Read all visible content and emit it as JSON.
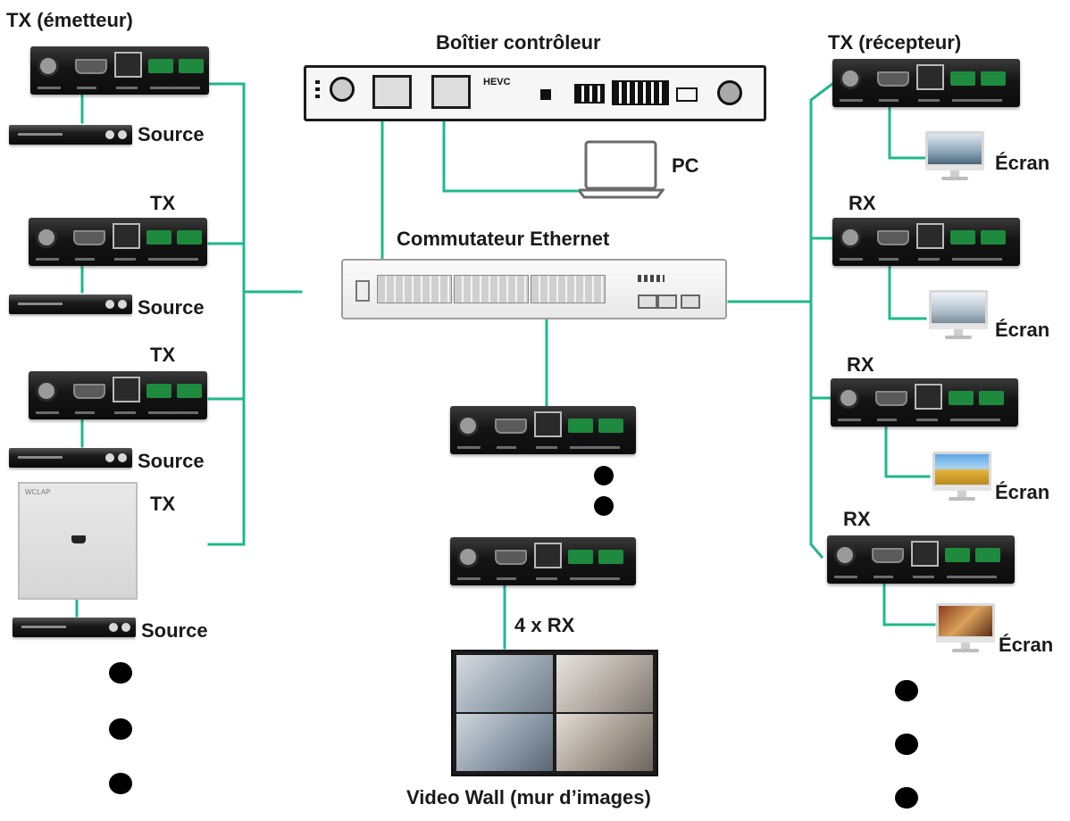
{
  "labels": {
    "tx_emitter": "TX (émetteur)",
    "controller": "Boîtier contrôleur",
    "tx_receiver": "TX (récepteur)",
    "source": "Source",
    "tx": "TX",
    "rx": "RX",
    "pc": "PC",
    "switch": "Commutateur Ethernet",
    "screen": "Écran",
    "rx_count": "4 x RX",
    "video_wall": "Video Wall (mur d’images)",
    "controller_hevc": "HEVC"
  },
  "colors": {
    "wire": "#1fb88a",
    "device": "#111111",
    "terminal": "#1e8a3e",
    "dot": "#000000"
  },
  "icons": {
    "encoder": "encoder-box-icon",
    "decoder": "decoder-box-icon",
    "media_player": "media-player-icon",
    "wall_plate": "wall-plate-transmitter-icon",
    "controller": "controller-box-icon",
    "switch": "ethernet-switch-icon",
    "laptop": "laptop-icon",
    "monitor": "monitor-icon",
    "video_wall": "video-wall-icon",
    "ellipsis_dot": "ellipsis-dot-icon"
  }
}
